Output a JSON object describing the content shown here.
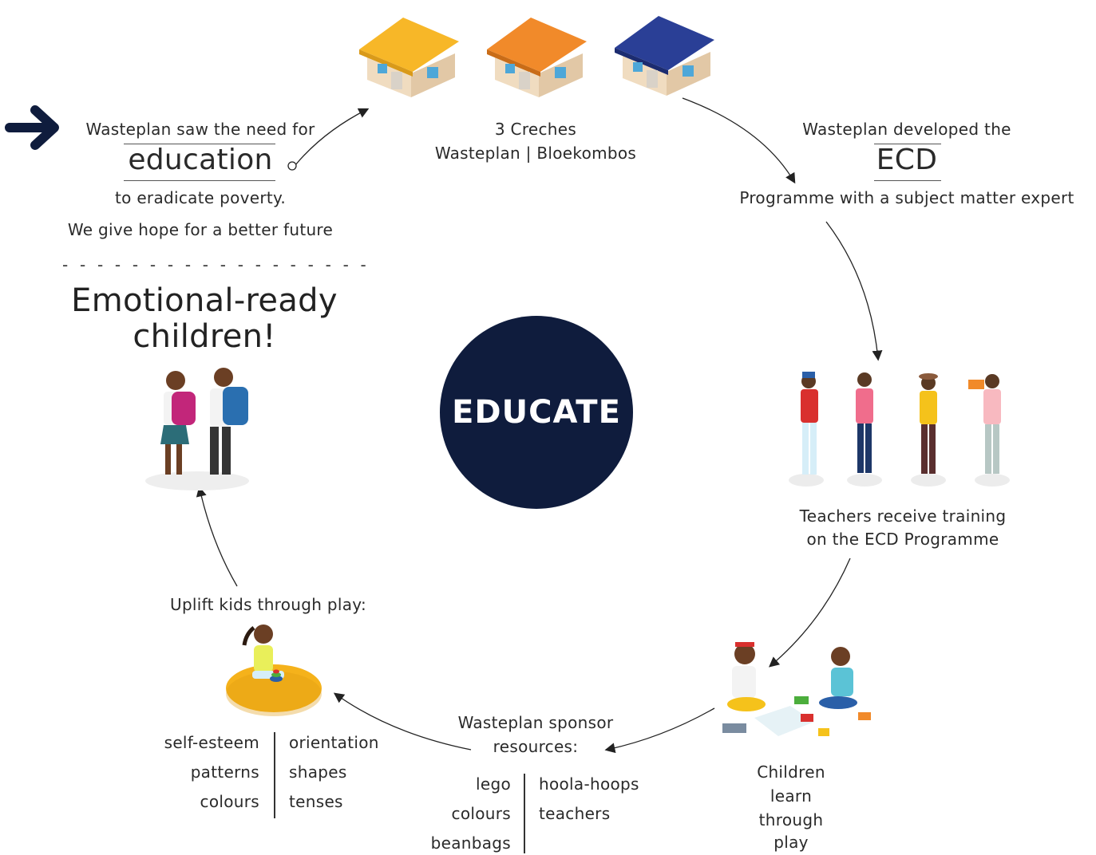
{
  "center": {
    "label": "EDUCATE"
  },
  "colors": {
    "navy": "#0f1c3d",
    "yellow_roof": "#f7b728",
    "orange_roof": "#f18a2a",
    "blue_roof": "#2a3f96"
  },
  "intro": {
    "line1": "Wasteplan saw the need for",
    "keyword": "education",
    "line2": "to eradicate poverty.",
    "line3": "We give hope for a better future",
    "divider": "- - - - - - - - - - - - - - - - - -",
    "headline1": "Emotional-ready",
    "headline2": "children!"
  },
  "creches": {
    "line1": "3 Creches",
    "line2": "Wasteplan | Bloekombos"
  },
  "ecd": {
    "line1": "Wasteplan developed the",
    "keyword": "ECD",
    "line2": "Programme with a subject matter expert"
  },
  "teachers": {
    "line1": "Teachers receive training",
    "line2": "on the ECD Programme"
  },
  "children": {
    "lines": [
      "Children",
      "learn",
      "through",
      "play"
    ]
  },
  "sponsor": {
    "line1": "Wasteplan sponsor",
    "line2": "resources:",
    "left": [
      "lego",
      "colours",
      "beanbags"
    ],
    "right": [
      "hoola-hoops",
      "teachers"
    ]
  },
  "uplift": {
    "title": "Uplift kids through play:",
    "left": [
      "self-esteem",
      "patterns",
      "colours"
    ],
    "right": [
      "orientation",
      "shapes",
      "tenses"
    ]
  },
  "icons": {
    "start": "right-arrow-icon",
    "houses": [
      "house-yellow-icon",
      "house-orange-icon",
      "house-blue-icon"
    ],
    "teachers": "teachers-group-icon",
    "kids_playing": "children-playing-lego-icon",
    "girl_beanbag": "girl-on-beanbag-icon",
    "students": "students-with-backpacks-icon"
  }
}
